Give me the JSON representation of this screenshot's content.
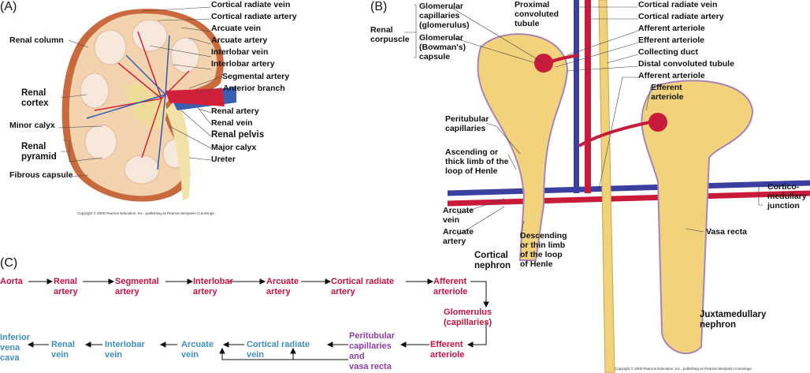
{
  "panel_a": {
    "tag": "(A)",
    "labels": {
      "cortical_radiate_vein": "Cortical radiate vein",
      "cortical_radiate_artery": "Cortical radiate artery",
      "arcuate_vein": "Arcuate vein",
      "arcuate_artery": "Arcuate artery",
      "interlobar_vein": "Interlobar vein",
      "interlobar_artery": "Interlobar artery",
      "segmental_artery": "Segmental artery",
      "anterior_branch": "Anterior branch",
      "renal_artery": "Renal artery",
      "renal_vein": "Renal vein",
      "renal_pelvis": "Renal pelvis",
      "major_calyx": "Major calyx",
      "ureter": "Ureter",
      "renal_column": "Renal column",
      "renal_cortex": "Renal\ncortex",
      "minor_calyx": "Minor calyx",
      "renal_pyramid": "Renal\npyramid",
      "fibrous_capsule": "Fibrous capsule"
    },
    "copyright": "Copyright © 2009 Pearson Education, Inc., publishing as Pearson Benjamin Cummings."
  },
  "panel_b": {
    "tag": "(B)",
    "labels": {
      "renal_corpuscle": "Renal\ncorpuscle",
      "glomerular_capillaries": "Glomerular\ncapillaries\n(glomerulus)",
      "glomerular_capsule": "Glomerular\n(Bowman's)\ncapsule",
      "proximal_convoluted_tubule": "Proximal\nconvoluted\ntubule",
      "cortical_radiate_vein": "Cortical radiate vein",
      "cortical_radiate_artery": "Cortical radiate artery",
      "afferent_arteriole": "Afferent arteriole",
      "efferent_arteriole": "Efferent arteriole",
      "collecting_duct": "Collecting duct",
      "distal_convoluted_tubule": "Distal convoluted tubule",
      "afferent_arteriole_2": "Afferent arteriole",
      "efferent_arteriole_2": "Efferent\narteriole",
      "peritubular_capillaries": "Peritubular\ncapillaries",
      "ascending_limb": "Ascending or\nthick limb of the\nloop of Henle",
      "corticomedullary_junction": "Cortico-\nmedullary\njunction",
      "arcuate_vein": "Arcuate\nvein",
      "arcuate_artery": "Arcuate\nartery",
      "descending_limb": "Descending\nor thin limb\nof the loop\nof Henle",
      "cortical_nephron": "Cortical\nnephron",
      "vasa_recta": "Vasa recta",
      "juxtamedullary_nephron": "Juxtamedullary\nnephron"
    },
    "copyright": "Copyright © 2009 Pearson Education, Inc., publishing as Pearson Benjamin Cummings."
  },
  "panel_c": {
    "tag": "(C)",
    "arterial": [
      "Aorta",
      "Renal\nartery",
      "Segmental\nartery",
      "Interlobar\nartery",
      "Arcuate\nartery",
      "Cortical radiate\nartery",
      "Afferent\narteriole"
    ],
    "glomerulus": "Glomerulus\n(capillaries)",
    "efferent": "Efferent\narteriole",
    "peritubular": "Peritubular\ncapillaries\nand\nvasa recta",
    "venous": [
      "Cortical radiate\nvein",
      "Arcuate\nvein",
      "Interlobar\nvein",
      "Renal\nvein",
      "Inferior\nvena\ncava"
    ],
    "colors": {
      "arterial": "#c8123f",
      "venous": "#3f8fb8",
      "capillary": "#8e3fa3"
    }
  }
}
